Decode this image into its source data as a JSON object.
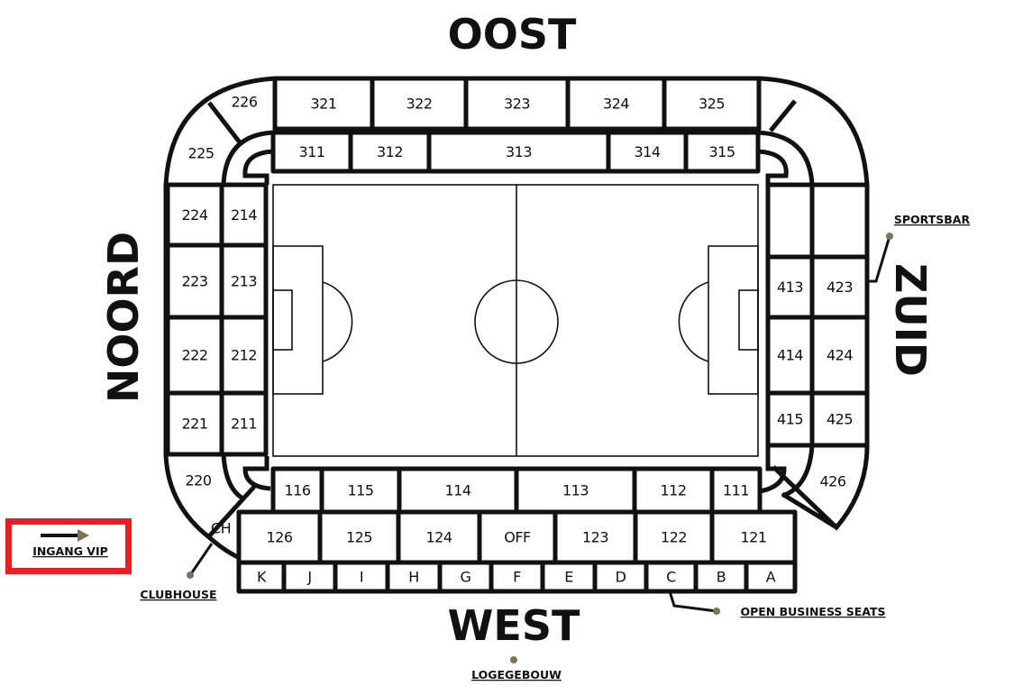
{
  "stands": {
    "east": "OOST",
    "west": "WEST",
    "north": "NOORD",
    "south": "ZUID"
  },
  "sections": {
    "top_outer": [
      "321",
      "322",
      "323",
      "324",
      "325"
    ],
    "top_inner": [
      "311",
      "312",
      "313",
      "314",
      "315"
    ],
    "north_corners": [
      "226",
      "225",
      "220"
    ],
    "north_outer": [
      "224",
      "223",
      "222",
      "221"
    ],
    "north_inner": [
      "214",
      "213",
      "212",
      "211"
    ],
    "south_inner": [
      "413",
      "414",
      "415"
    ],
    "south_outer": [
      "423",
      "424",
      "425"
    ],
    "south_corner": [
      "426"
    ],
    "bottom_inner": [
      "116",
      "115",
      "114",
      "113",
      "112",
      "111"
    ],
    "bottom_outer": [
      "126",
      "125",
      "124",
      "OFF",
      "123",
      "122",
      "121"
    ],
    "letters": [
      "K",
      "J",
      "I",
      "H",
      "G",
      "F",
      "E",
      "D",
      "C",
      "B",
      "A"
    ],
    "clubhouse_section": "CH"
  },
  "points_of_interest": {
    "sportsbar": "SPORTSBAR",
    "clubhouse": "CLUBHOUSE",
    "open_business_seats": "OPEN BUSINESS SEATS",
    "logegebouw": "LOGEGEBOUW",
    "ingang_vip": "INGANG VIP"
  },
  "colors": {
    "accent_dot": "#7d7458",
    "highlight": "#ed1c24",
    "line": "#111111"
  }
}
